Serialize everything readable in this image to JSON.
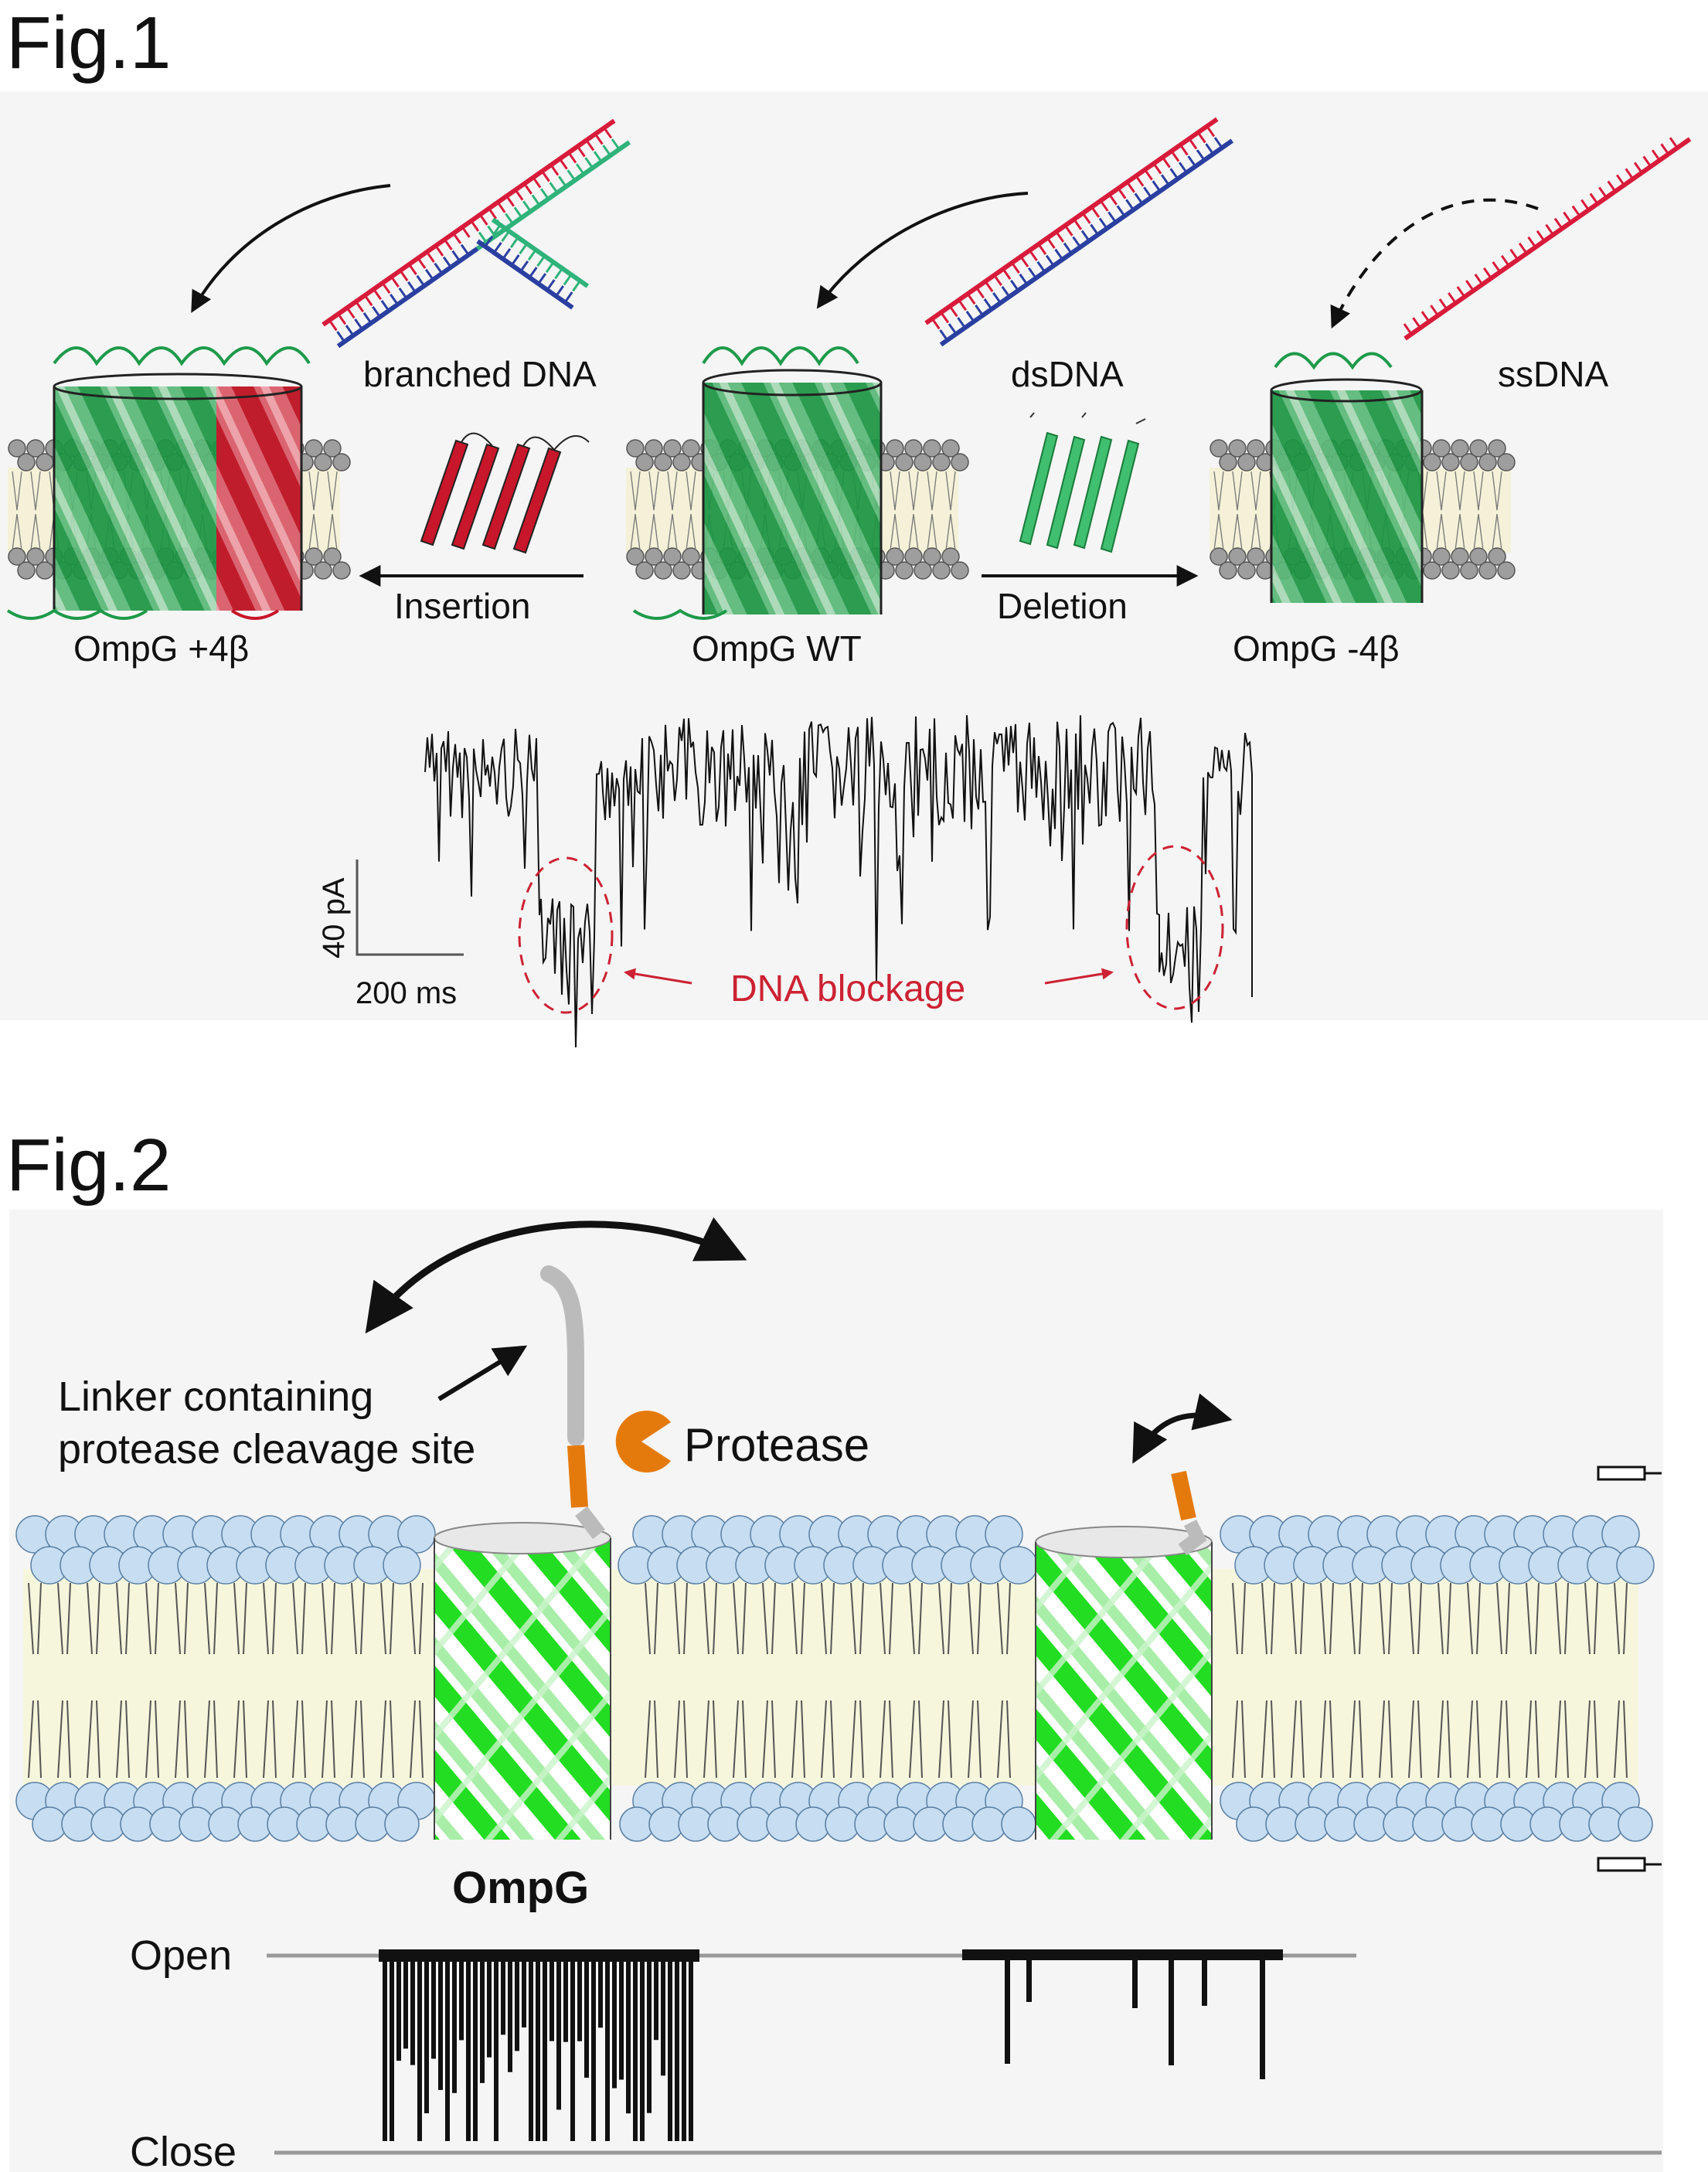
{
  "fig1": {
    "title": "Fig.1",
    "labels": {
      "branched": "branched DNA",
      "ds": "dsDNA",
      "ss": "ssDNA",
      "insertion": "Insertion",
      "deletion": "Deletion",
      "plus": "OmpG +4β",
      "wt": "OmpG WT",
      "minus": "OmpG -4β",
      "scale_y": "40 pA",
      "scale_x": "200 ms",
      "blockage": "DNA blockage"
    }
  },
  "fig2": {
    "title": "Fig.2",
    "labels": {
      "linker_line1": "Linker containing",
      "linker_line2": "protease cleavage site",
      "protease": "Protease",
      "ompg": "OmpG",
      "open": "Open",
      "close": "Close"
    }
  },
  "colors": {
    "dna_red": "#d81b3a",
    "dna_blue": "#2a3fa0",
    "dna_green": "#2fb37a",
    "barrel_green": "#1e9a4a",
    "barrel_bright": "#22dd22",
    "insert_red": "#c8162a",
    "lipid_blue": "#c6ddf2",
    "protease_orange": "#e57a0c",
    "annotation_red": "#cc2233"
  }
}
